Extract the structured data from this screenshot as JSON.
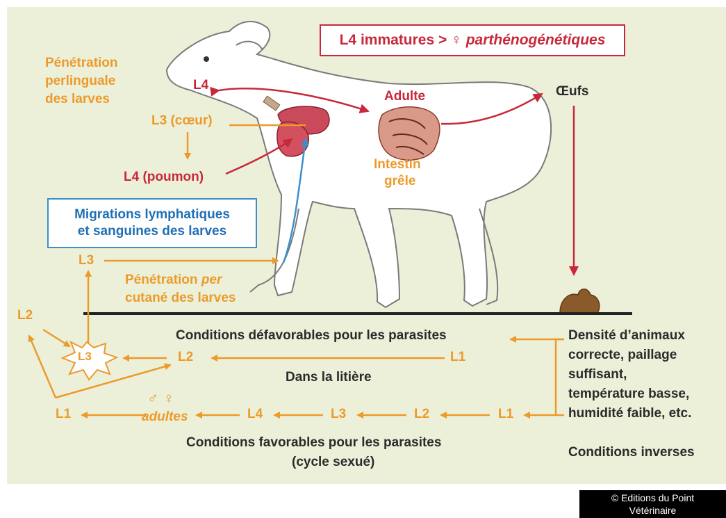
{
  "title_box": {
    "prefix": "L4 immatures > ♀ ",
    "italic": "parthénogénétiques"
  },
  "lifecycle": {
    "penetration_perlinguale": [
      "Pénétration",
      "perlinguale",
      "des larves"
    ],
    "l4_head": "L4",
    "adulte": "Adulte",
    "oeufs": "Œufs",
    "l3_coeur": "L3 (cœur)",
    "l4_poumon": "L4 (poumon)",
    "intestin": [
      "Intestin",
      "grêle"
    ],
    "migrations": [
      "Migrations lymphatiques",
      "et sanguines des larves"
    ],
    "l3_entry": "L3",
    "penetration_cutane": {
      "line1_prefix": "Pénétration ",
      "line1_italic": "per",
      "line2": "cutané des larves"
    }
  },
  "ground": {
    "left_l2": "L2",
    "star_l3": "L3",
    "unfavorable": {
      "title": "Conditions défavorables pour les parasites",
      "l2": "L2",
      "l1": "L1",
      "subtitle": "Dans la litière"
    },
    "favorable": {
      "l1_left": "L1",
      "sex_symbols": "♂ ♀",
      "adultes": "adultes",
      "stages": [
        "L4",
        "L3",
        "L2",
        "L1"
      ],
      "title": "Conditions favorables pour les parasites",
      "subtitle": "(cycle sexué)"
    },
    "right_conditions": [
      "Densité d’animaux",
      "correcte, paillage",
      "suffisant,",
      "température basse,",
      "humidité faible, etc."
    ],
    "inverse": "Conditions inverses"
  },
  "copyright": [
    "© Editions du Point",
    "Vétérinaire"
  ],
  "colors": {
    "orange": "#ec9a2a",
    "red": "#c8283a",
    "blue": "#3a8fcf",
    "background": "#edf0d9"
  }
}
